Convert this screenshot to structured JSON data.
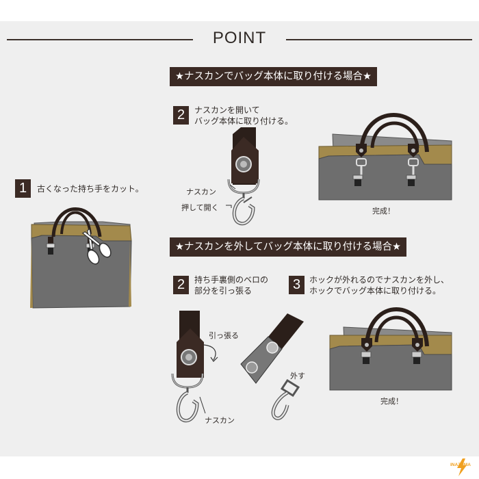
{
  "header": {
    "title": "POINT"
  },
  "section_a": {
    "banner": "★ナスカンでバッグ本体に取り付ける場合★",
    "step": {
      "number": "2",
      "text": "ナスカンを開いて\nバッグ本体に取り付ける。"
    },
    "labels": {
      "clasp": "ナスカン",
      "push": "押して開く",
      "done": "完成！"
    }
  },
  "step_left": {
    "number": "1",
    "text": "古くなった持ち手をカット。"
  },
  "section_b": {
    "banner": "★ナスカンを外してバッグ本体に取り付ける場合★",
    "steps": [
      {
        "number": "2",
        "text": "持ち手裏側のベロの\n部分を引っ張る"
      },
      {
        "number": "3",
        "text": "ホックが外れるのでナスカンを外し、\nホックでバッグ本体に取り付ける。"
      }
    ],
    "labels": {
      "pull": "引っ張る",
      "remove": "外す",
      "clasp": "ナスカン",
      "done": "完成！"
    }
  },
  "logo": {
    "text": "INAZUMA"
  },
  "colors": {
    "accent": "#3b2a24",
    "bag_gray": "#6e6e6e",
    "bag_tan": "#a38a4c",
    "background": "#efefef"
  }
}
